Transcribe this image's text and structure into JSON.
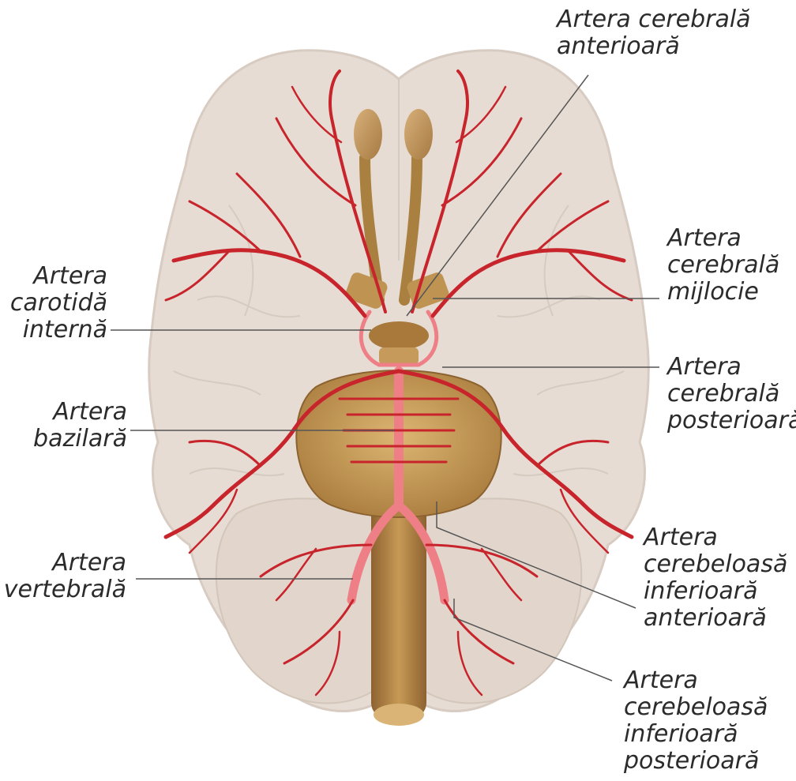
{
  "labels": {
    "anterior_cerebral": [
      "Artera cerebrală",
      "anterioară"
    ],
    "middle_cerebral": [
      "Artera",
      "cerebrală",
      "mijlocie"
    ],
    "internal_carotid": [
      "Artera",
      "carotidă",
      "internă"
    ],
    "posterior_cerebral": [
      "Artera",
      "cerebrală",
      "posterioară"
    ],
    "basilar": [
      "Artera",
      "bazilară"
    ],
    "vertebral": [
      "Artera",
      "vertebrală"
    ],
    "anterior_inferior_cerebellar": [
      "Artera",
      "cerebeloasă",
      "inferioară",
      "anterioară"
    ],
    "posterior_inferior_cerebellar": [
      "Artera",
      "cerebeloasă",
      "inferioară",
      "posterioară"
    ]
  },
  "colors": {
    "brain": "#e6dcd3",
    "brain_edge": "#d8ccc2",
    "artery": "#c8242c",
    "artery_light": "#ee7f86",
    "brainstem": "#b8843c",
    "brainstem_light": "#d8ac68",
    "leader_line": "#555555"
  }
}
